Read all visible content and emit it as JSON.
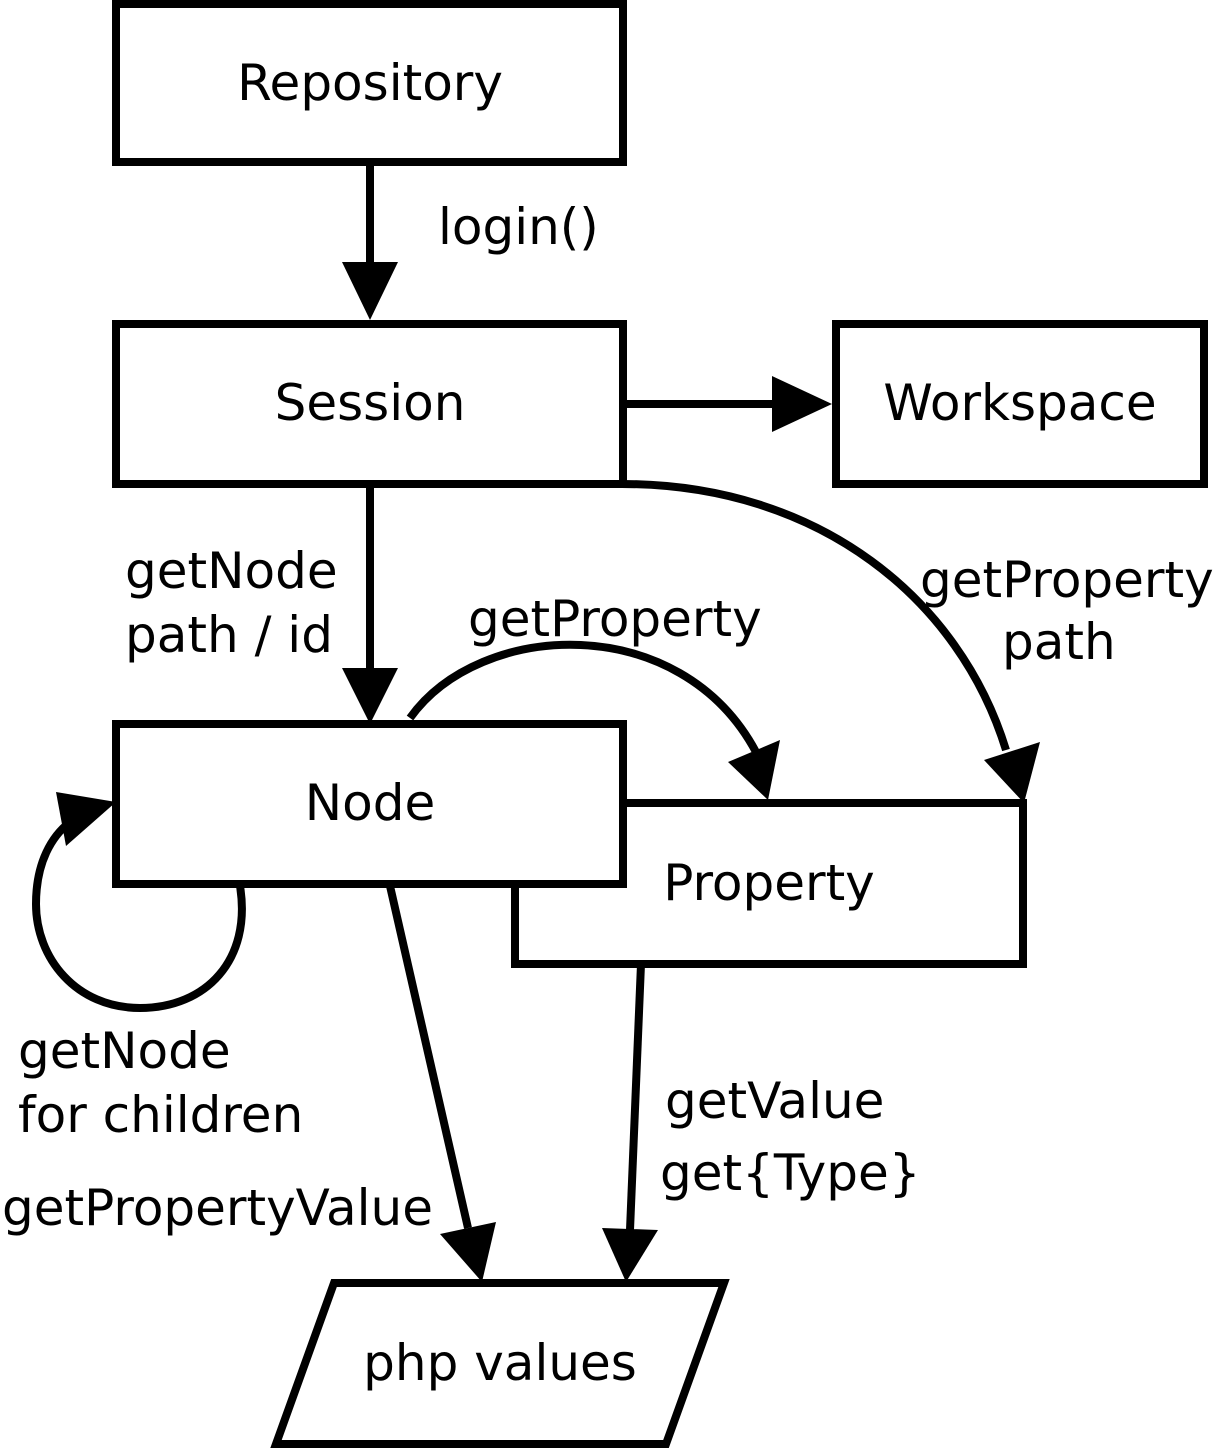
{
  "nodes": {
    "repository": "Repository",
    "session": "Session",
    "workspace": "Workspace",
    "node": "Node",
    "property": "Property",
    "php_values": "php values"
  },
  "edges": {
    "login": "login()",
    "session_getnode": [
      "getNode",
      "path / id"
    ],
    "session_getproperty": [
      "getProperty",
      "path"
    ],
    "node_getproperty": "getProperty",
    "node_children": [
      "getNode",
      "for children"
    ],
    "node_getpropertyvalue": "getPropertyValue",
    "property_getvalue": [
      "getValue",
      "get{Type}"
    ]
  }
}
